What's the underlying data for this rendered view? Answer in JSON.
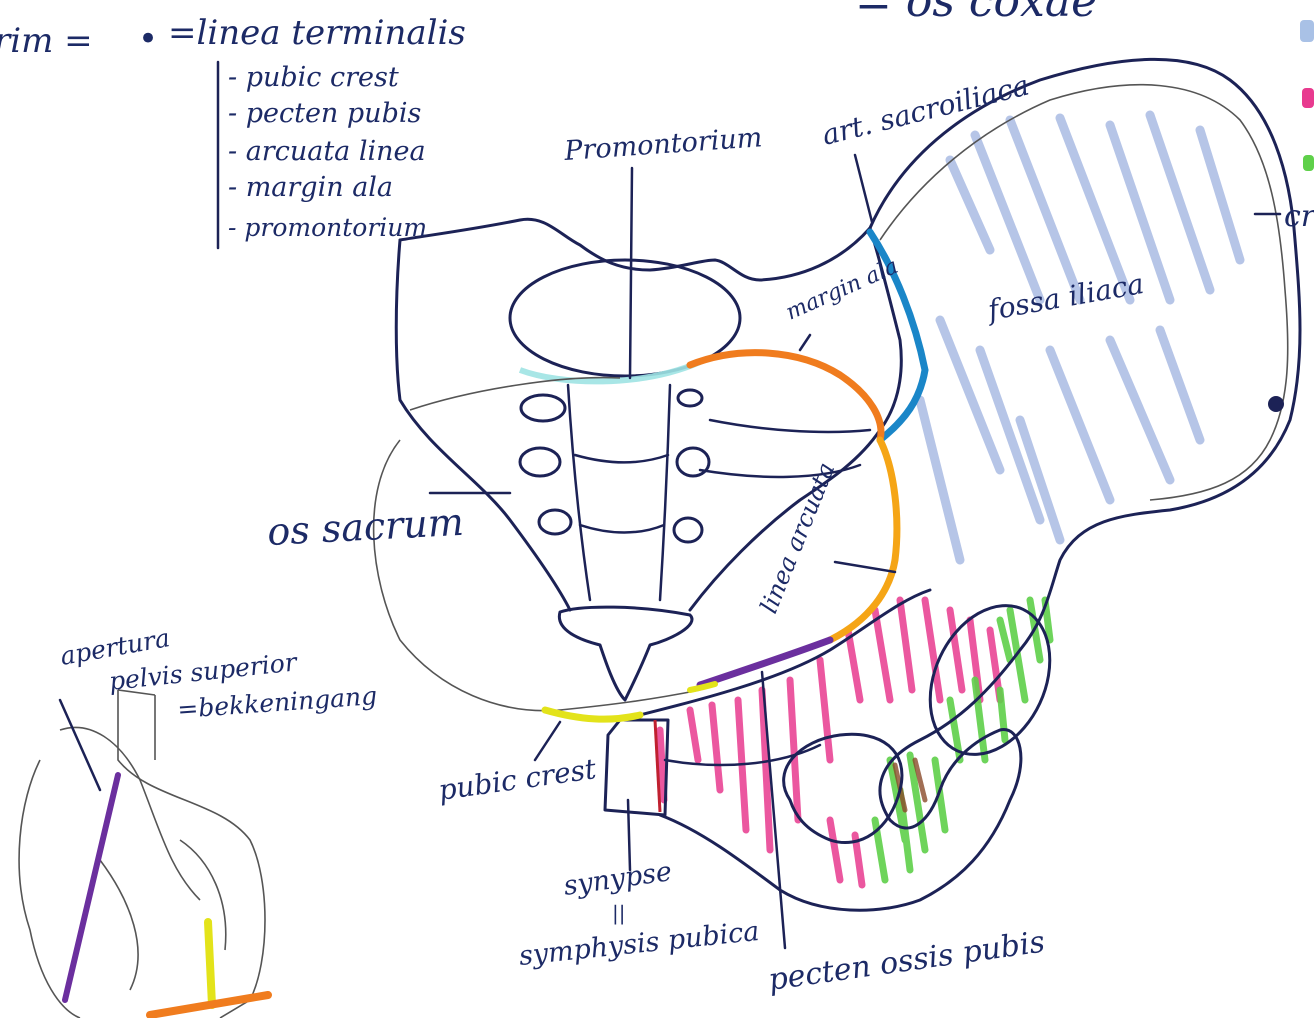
{
  "header": {
    "partial_title": "= os coxae",
    "rim_label": "rim =",
    "bullet": "•",
    "definition": "=linea terminalis"
  },
  "rim_components": [
    "- pubic crest",
    "- pecten pubis",
    "- arcuata linea",
    "- margin ala",
    "- promontorium"
  ],
  "labels": {
    "promontorium": "Promontorium",
    "art_sacroiliaca": "art. sacroiliaca",
    "margin_ala": "margin ala",
    "fossa_iliaca": "fossa iliaca",
    "os_sacrum": "os sacrum",
    "linea_arcuata": "linea arcuata",
    "pubic_crest": "pubic crest",
    "synypse": "synypse",
    "equals_sign": "||",
    "symphysis_pubica": "symphysis pubica",
    "pecten_ossis_pubis": "pecten ossis pubis",
    "apertura_line1": "apertura",
    "apertura_line2": "pelvis superior",
    "bekkeningang": "=bekkeningang",
    "edge_label": "cr"
  },
  "colors": {
    "ink": "#1c2256",
    "art_sacroiliaca": "#1a86c8",
    "margin_ala": "#f07c1e",
    "linea_arcuata": "#f5a516",
    "pecten_pubis": "#6b2f9e",
    "pubic_crest": "#e3e31a",
    "fossa_iliaca_hatch": "#aabbe3",
    "pubis_hatch": "#e83a8f",
    "ischium_hatch": "#5fd04a",
    "promontorium_highlight": "#9fe3e3",
    "legend_blue": "#a9c1e6",
    "legend_pink": "#e83a8f",
    "legend_green": "#5fd04a"
  },
  "legend_swatches": [
    "blue",
    "pink",
    "green"
  ]
}
